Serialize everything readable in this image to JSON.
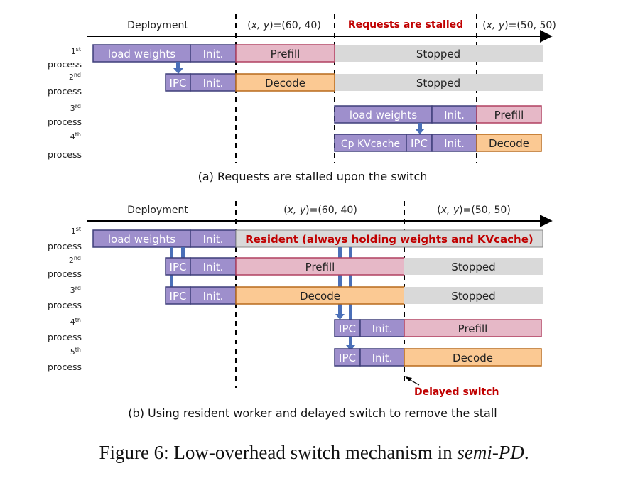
{
  "panel_a": {
    "phase_labels": {
      "deployment": "Deployment",
      "xy1_prefix": "(",
      "xy1_vars": "x, y",
      "xy1_suffix": ")=(60, 40)",
      "stalled": "Requests are stalled",
      "xy2_prefix": "(",
      "xy2_vars": "x, y",
      "xy2_suffix": ")=(50, 50)"
    },
    "rows": [
      {
        "ordinal": "1",
        "suffix": "st",
        "word": "process"
      },
      {
        "ordinal": "2",
        "suffix": "nd",
        "word": "process"
      },
      {
        "ordinal": "3",
        "suffix": "rd",
        "word": "process"
      },
      {
        "ordinal": "4",
        "suffix": "th",
        "word": "process"
      }
    ],
    "blocks": {
      "r1_load": "load weights",
      "r1_init": "Init.",
      "r1_prefill": "Prefill",
      "r1_stopped": "Stopped",
      "r2_ipc": "IPC",
      "r2_init": "Init.",
      "r2_decode": "Decode",
      "r2_stopped": "Stopped",
      "r3_load": "load weights",
      "r3_init": "Init.",
      "r3_prefill": "Prefill",
      "r4_cp": "Cp KVcache",
      "r4_ipc": "IPC",
      "r4_init": "Init.",
      "r4_decode": "Decode"
    },
    "subtitle": "(a) Requests are stalled upon the switch"
  },
  "panel_b": {
    "phase_labels": {
      "deployment": "Deployment",
      "xy1_prefix": "(",
      "xy1_vars": "x, y",
      "xy1_suffix": ")=(60, 40)",
      "xy2_prefix": "(",
      "xy2_vars": "x, y",
      "xy2_suffix": ")=(50, 50)"
    },
    "rows": [
      {
        "ordinal": "1",
        "suffix": "st",
        "word": "process"
      },
      {
        "ordinal": "2",
        "suffix": "nd",
        "word": "process"
      },
      {
        "ordinal": "3",
        "suffix": "rd",
        "word": "process"
      },
      {
        "ordinal": "4",
        "suffix": "th",
        "word": "process"
      },
      {
        "ordinal": "5",
        "suffix": "th",
        "word": "process"
      }
    ],
    "blocks": {
      "r1_load": "load weights",
      "r1_init": "Init.",
      "r1_resident": "Resident (always holding weights and KVcache)",
      "r2_ipc": "IPC",
      "r2_init": "Init.",
      "r2_prefill": "Prefill",
      "r2_stopped": "Stopped",
      "r3_ipc": "IPC",
      "r3_init": "Init.",
      "r3_decode": "Decode",
      "r3_stopped": "Stopped",
      "r4_ipc": "IPC",
      "r4_init": "Init.",
      "r4_prefill": "Prefill",
      "r5_ipc": "IPC",
      "r5_init": "Init.",
      "r5_decode": "Decode"
    },
    "delayed_switch": "Delayed switch",
    "subtitle": "(b) Using resident worker and delayed switch to remove the stall"
  },
  "caption": {
    "prefix": "Figure 6: Low-overhead switch mechanism in ",
    "emph": "semi-PD",
    "suffix": "."
  },
  "colors": {
    "purple": "#9e8fcc",
    "purple_border": "#3f3f7a",
    "pink": "#e6b8c7",
    "pink_border": "#b04060",
    "orange": "#fbc993",
    "orange_border": "#b86a1c",
    "gray": "#d9d9d9",
    "ipc_arrow": "#4a6fb8",
    "red_text": "#c00000"
  }
}
